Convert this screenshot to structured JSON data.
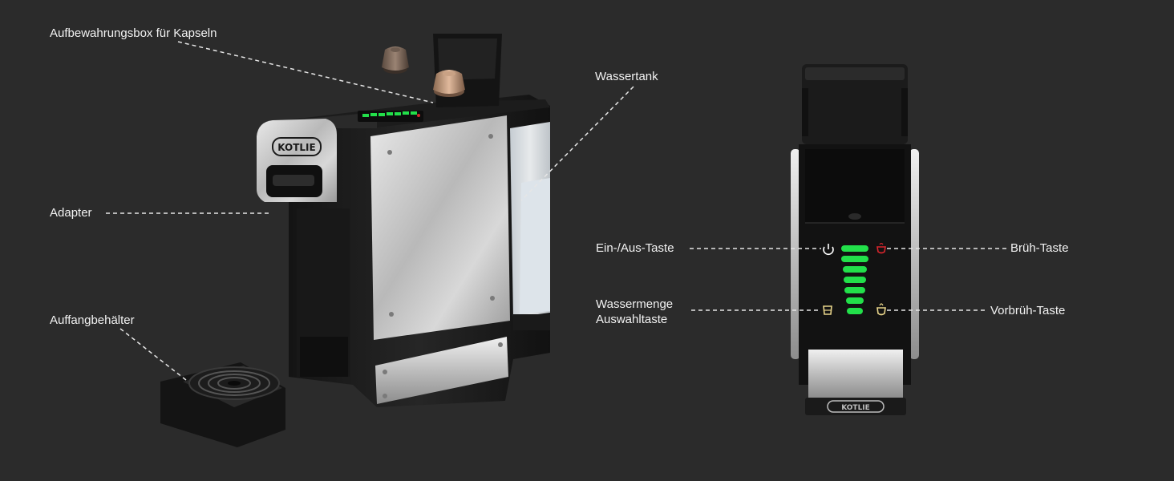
{
  "labels": {
    "capsule_box": "Aufbewahrungsbox für Kapseln",
    "water_tank": "Wassertank",
    "adapter": "Adapter",
    "drip_tray": "Auffangbehälter",
    "power_button": "Ein-/Aus-Taste",
    "brew_button": "Brüh-Taste",
    "water_amount_line1": "Wassermenge",
    "water_amount_line2": "Auswahltaste",
    "prebrew_button": "Vorbrüh-Taste"
  },
  "brand": {
    "logo_side": "KOTLIE",
    "logo_front": "KOTLIE"
  },
  "water_level": {
    "lit_segments": 7,
    "total_segments": 7
  },
  "icons": {
    "power": "power-icon",
    "brew": "brew-cup-icon",
    "water_amount": "water-cup-icon",
    "prebrew": "prebrew-icon"
  },
  "colors": {
    "background": "#2b2b2b",
    "label_text": "#f2f2f2",
    "led_green": "#22e04a",
    "brew_red": "#d8242c",
    "leader_line": "#e6e6e6"
  }
}
